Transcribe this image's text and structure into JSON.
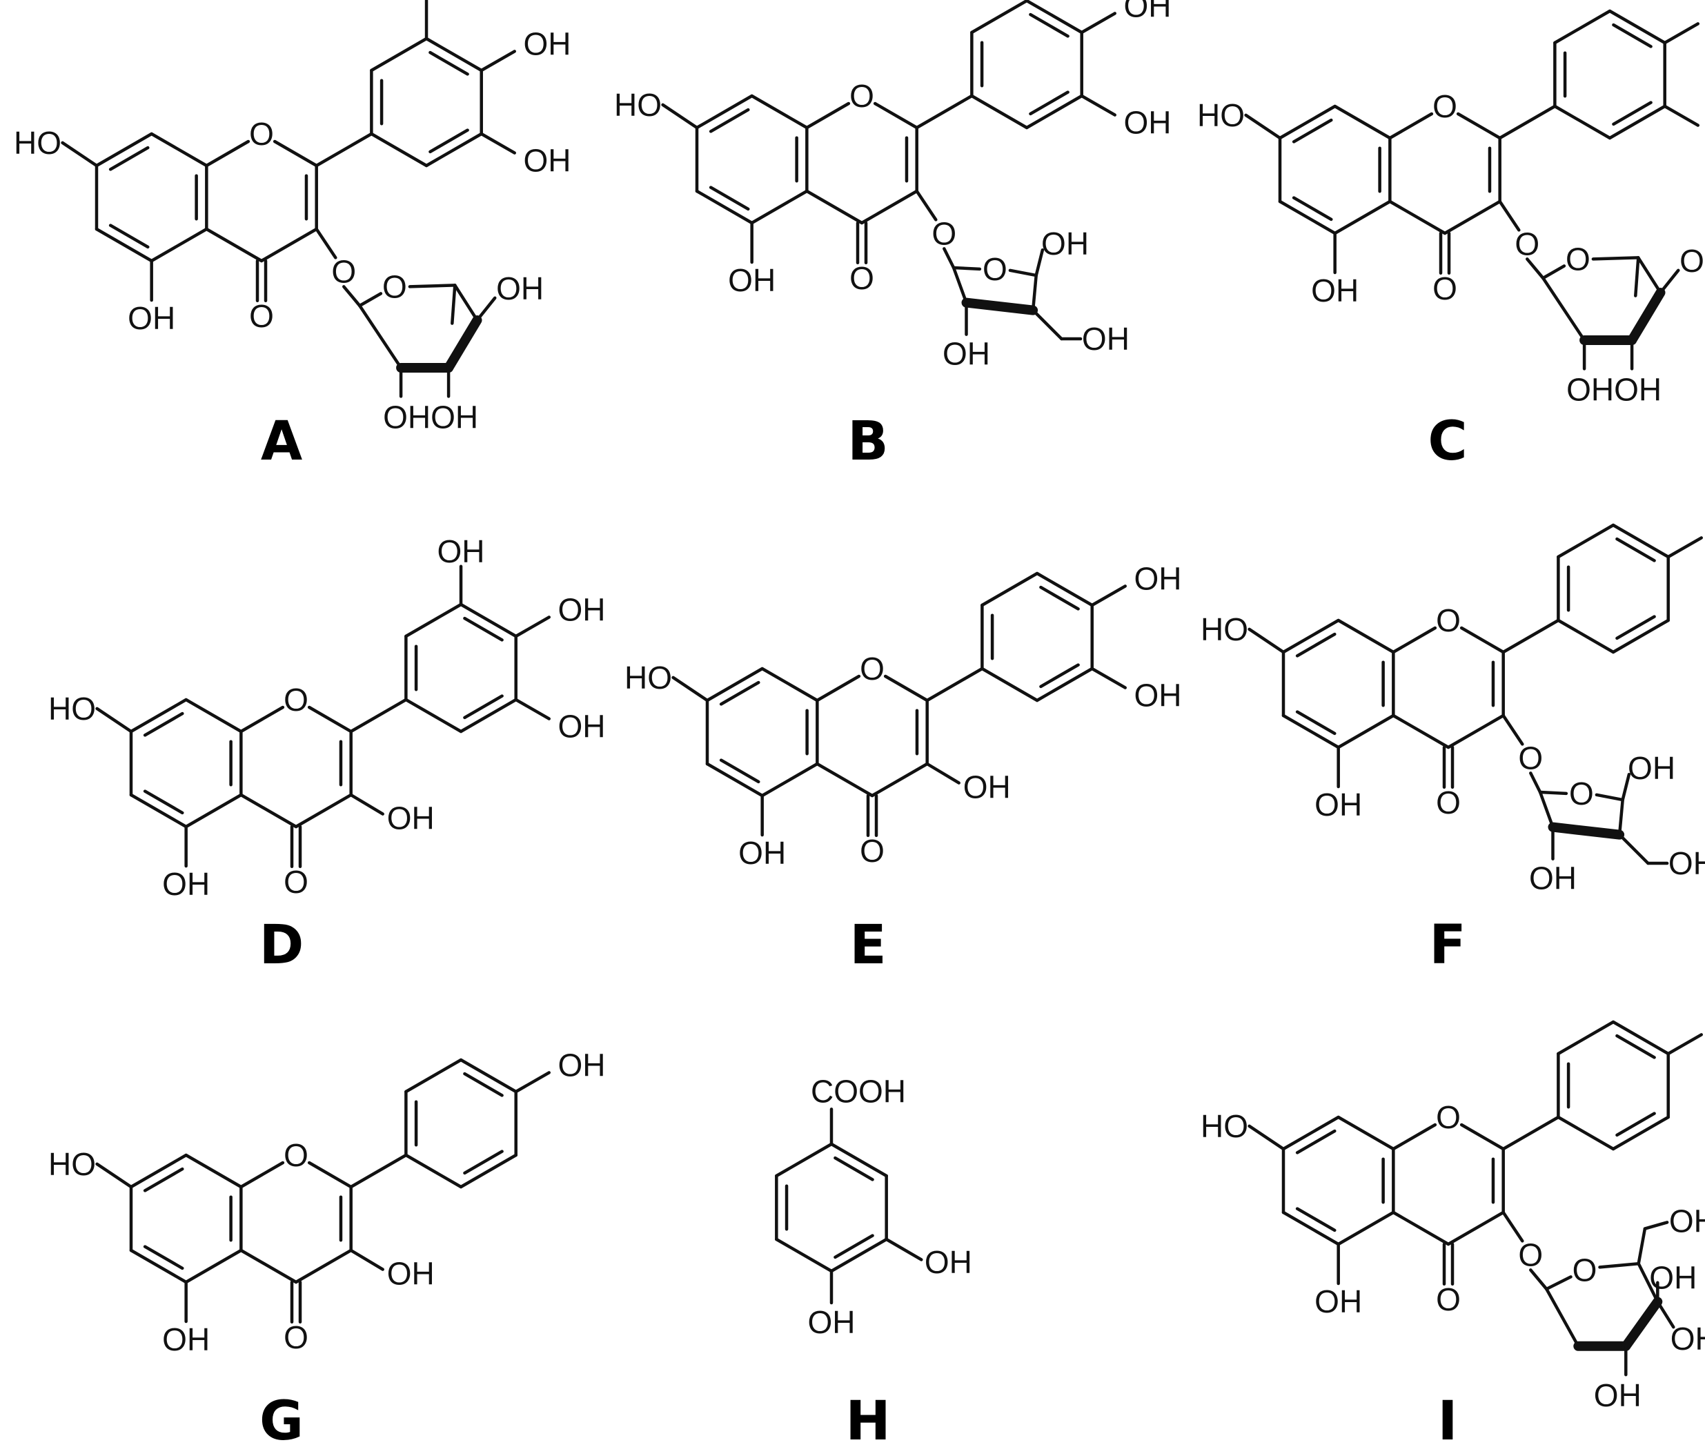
{
  "atom_labels": {
    "oh": "OH",
    "ho": "HO",
    "o": "O",
    "cooh": "COOH",
    "ohoh": "OHOH"
  },
  "compounds": [
    {
      "id": "A",
      "label": "A"
    },
    {
      "id": "B",
      "label": "B"
    },
    {
      "id": "C",
      "label": "C"
    },
    {
      "id": "D",
      "label": "D"
    },
    {
      "id": "E",
      "label": "E"
    },
    {
      "id": "F",
      "label": "F"
    },
    {
      "id": "G",
      "label": "G"
    },
    {
      "id": "H",
      "label": "H"
    },
    {
      "id": "I",
      "label": "I"
    }
  ],
  "colors": {
    "ink": "#111111",
    "background": "#ffffff"
  }
}
